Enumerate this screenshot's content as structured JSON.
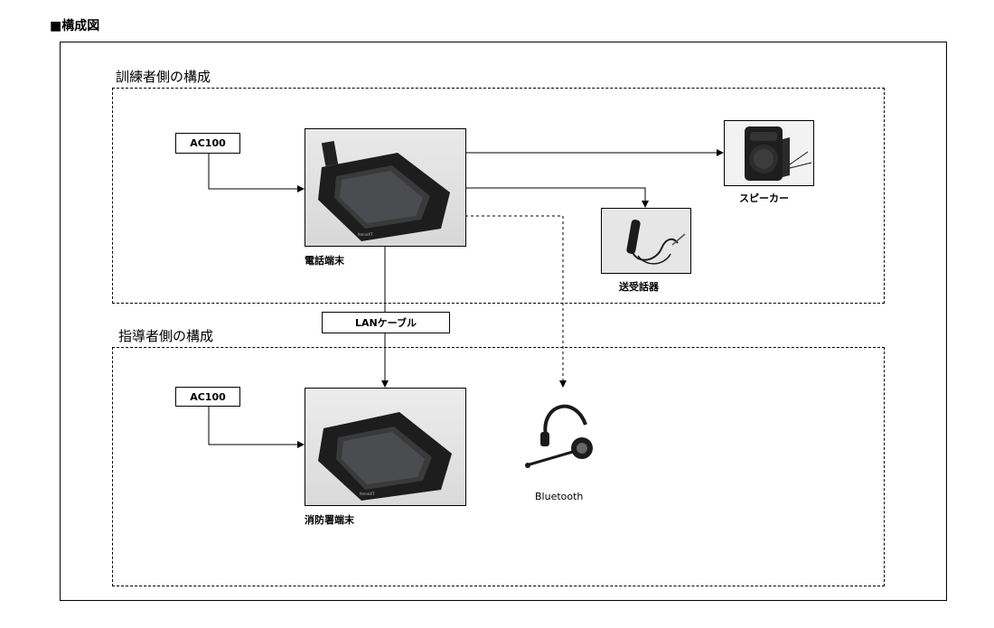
{
  "heading": "■構成図",
  "trainee_group": {
    "title": "訓練者側の構成"
  },
  "instructor_group": {
    "title": "指導者側の構成"
  },
  "nodes": {
    "ac100_top": "AC100",
    "ac100_bottom": "AC100",
    "phone_terminal": "電話端末",
    "fire_station_terminal": "消防署端末",
    "speaker": "スピーカー",
    "handset": "送受話器",
    "lan_cable": "LANケーブル",
    "bluetooth": "Bluetooth"
  },
  "device_logo": "fenneXT"
}
